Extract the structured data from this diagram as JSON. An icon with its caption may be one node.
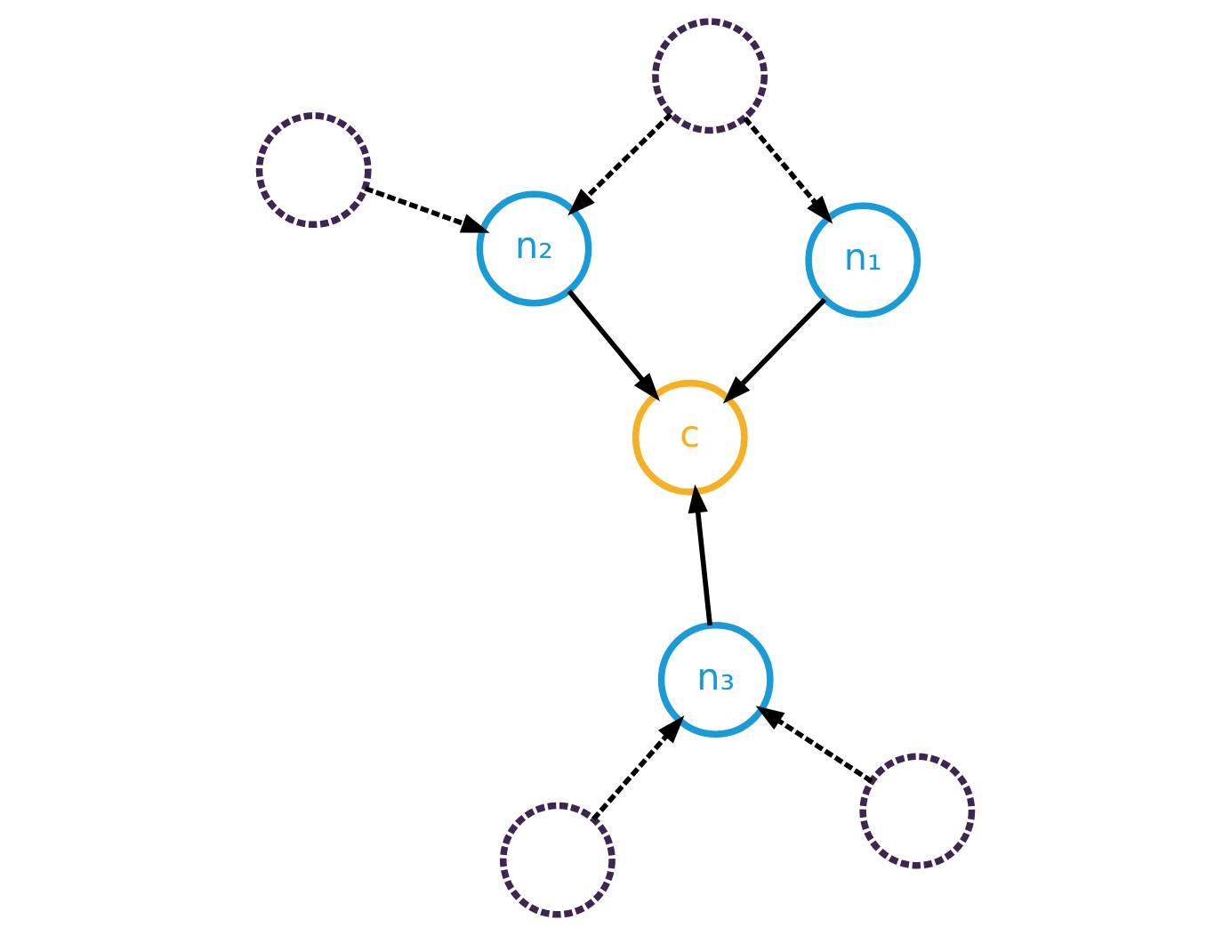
{
  "diagram": {
    "nodes": [
      {
        "text": [],
        "shape": "circle"
      },
      {
        "text": [
          "n₁"
        ]
      },
      {
        "text": [
          "n₂"
        ]
      },
      {
        "text": [],
        "shape": "circle"
      },
      {
        "text": [
          "c"
        ]
      },
      {
        "text": [
          "n₃"
        ]
      },
      {
        "text": [],
        "shape": "circle"
      },
      {
        "text": [],
        "shape": "circle"
      }
    ],
    "edges": [
      {
        "from": 0,
        "to": 1,
        "arrow": "to",
        "style": "dashed"
      },
      {
        "from": 0,
        "to": 2,
        "arrow": "to",
        "style": "dashed"
      },
      {
        "from": 3,
        "to": 2,
        "arrow": "to",
        "style": "dashed"
      },
      {
        "from": 1,
        "to": 4,
        "arrow": "to"
      },
      {
        "from": 2,
        "to": 4,
        "arrow": "to"
      },
      {
        "from": 5,
        "to": 4,
        "arrow": "to"
      },
      {
        "from": 6,
        "to": 5,
        "arrow": "to",
        "style": "dashed"
      },
      {
        "from": 7,
        "to": 5,
        "arrow": "to",
        "style": "dashed"
      }
    ]
  }
}
